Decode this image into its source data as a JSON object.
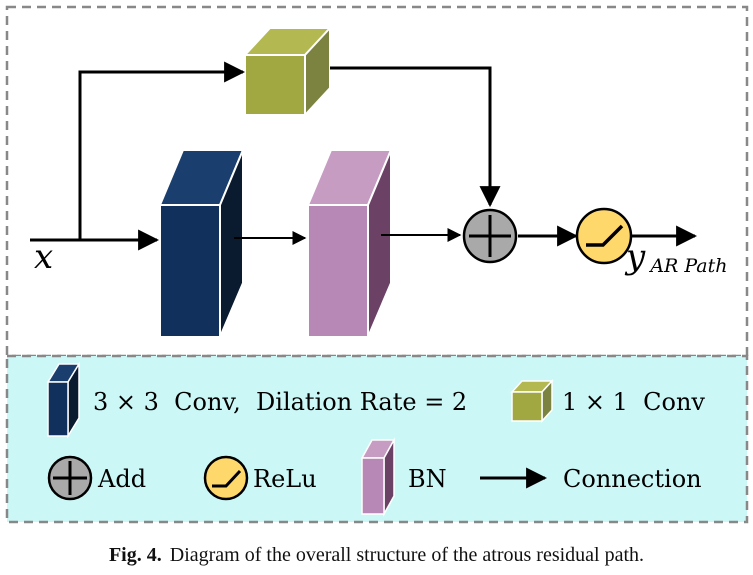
{
  "colors": {
    "conv3_front": "#12305c",
    "conv3_top": "#1a3f6f",
    "conv3_side": "#0a1a2f",
    "bn_front": "#b787b5",
    "bn_top": "#c79cc3",
    "bn_side": "#6c4166",
    "conv1_front": "#a1a842",
    "conv1_top": "#b3b851",
    "conv1_side": "#7c8340",
    "add_fill": "#a9a9a9",
    "relu_fill": "#ffd86b",
    "legend_bg": "#ccf7f7",
    "border": "#888888"
  },
  "diagram": {
    "input_label": "x",
    "output_label": "y",
    "output_subscript": "AR Path"
  },
  "legend": {
    "conv3_label": "3 × 3  Conv,  Dilation Rate = 2",
    "conv1_label": "1 × 1  Conv",
    "add_label": "Add",
    "relu_label": "ReLu",
    "bn_label": "BN",
    "connection_label": "Connection"
  },
  "caption": {
    "label": "Fig. 4.",
    "text": "Diagram of the overall structure of the atrous residual path."
  }
}
